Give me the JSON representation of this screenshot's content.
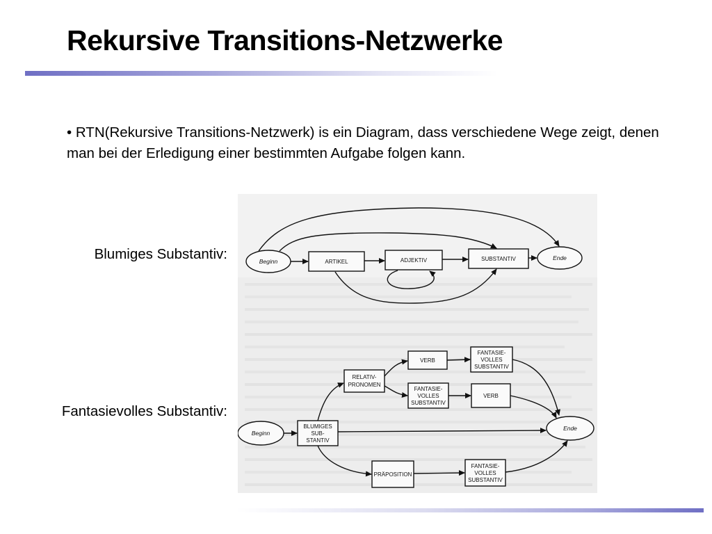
{
  "slide": {
    "title": "Rekursive Transitions-Netzwerke",
    "bullet": "• RTN(Rekursive Transitions-Netzwerk) is ein Diagram, dass verschiedene Wege zeigt, denen man bei der Erledigung einer bestimmten Aufgabe folgen kann.",
    "label_blumiges": "Blumiges Substantiv:",
    "label_fantasievolles": "Fantasievolles Substantiv:"
  },
  "diagram1": {
    "start": "Beginn",
    "artikel": "ARTIKEL",
    "adjektiv": "ADJEKTIV",
    "substantiv": "SUBSTANTIV",
    "end": "Ende"
  },
  "diagram2": {
    "start": "Beginn",
    "blumiges": [
      "BLUMIGES",
      "SUB-",
      "STANTIV"
    ],
    "relativ": [
      "RELATIV-",
      "PRONOMEN"
    ],
    "verb_top": "VERB",
    "fantasie_top": [
      "FANTASIE-",
      "VOLLES",
      "SUBSTANTIV"
    ],
    "fantasie_mid": [
      "FANTASIE-",
      "VOLLES",
      "SUBSTANTIV"
    ],
    "verb_mid": "VERB",
    "praeposition": "PRÄPOSITION",
    "fantasie_bottom": [
      "FANTASIE-",
      "VOLLES",
      "SUBSTANTIV"
    ],
    "end": "Ende"
  }
}
